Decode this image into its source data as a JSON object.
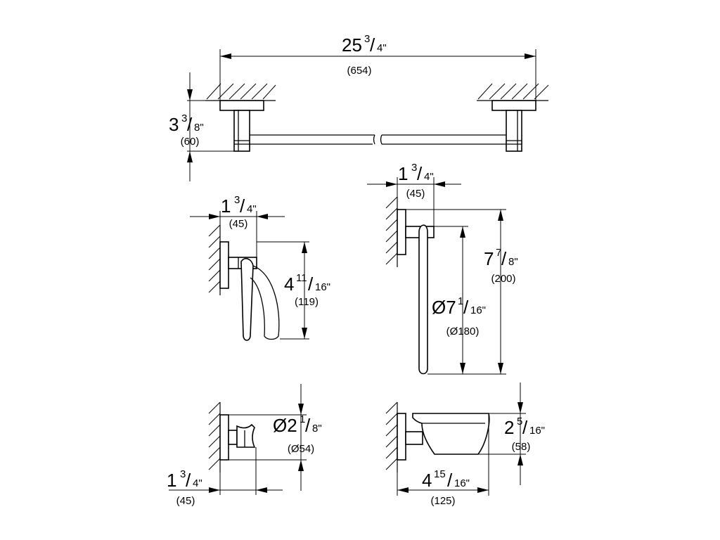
{
  "dimensions": {
    "towel_bar": {
      "length": {
        "whole": "25",
        "num": "3",
        "den": "4\"",
        "mm": "(654)"
      },
      "projection": {
        "whole": "3",
        "num": "3",
        "den": "8\"",
        "mm": "(60)"
      }
    },
    "tissue_holder": {
      "projection": {
        "whole": "1",
        "num": "3",
        "den": "4\"",
        "mm": "(45)"
      },
      "height": {
        "whole": "4",
        "num": "11",
        "den": "16\"",
        "mm": "(119)"
      }
    },
    "towel_ring": {
      "projection": {
        "whole": "1",
        "num": "3",
        "den": "4\"",
        "mm": "(45)"
      },
      "height": {
        "whole": "7",
        "num": "7",
        "den": "8\"",
        "mm": "(200)"
      },
      "diameter": {
        "whole": "Ø7",
        "num": "1",
        "den": "16\"",
        "mm": "(Ø180)"
      }
    },
    "robe_hook": {
      "diameter": {
        "whole": "Ø2",
        "num": "1",
        "den": "8\"",
        "mm": "(Ø54)"
      },
      "projection": {
        "whole": "1",
        "num": "3",
        "den": "4\"",
        "mm": "(45)"
      }
    },
    "soap_dish": {
      "height": {
        "whole": "2",
        "num": "5",
        "den": "16\"",
        "mm": "(58)"
      },
      "width": {
        "whole": "4",
        "num": "15",
        "den": "16\"",
        "mm": "(125)"
      }
    }
  }
}
